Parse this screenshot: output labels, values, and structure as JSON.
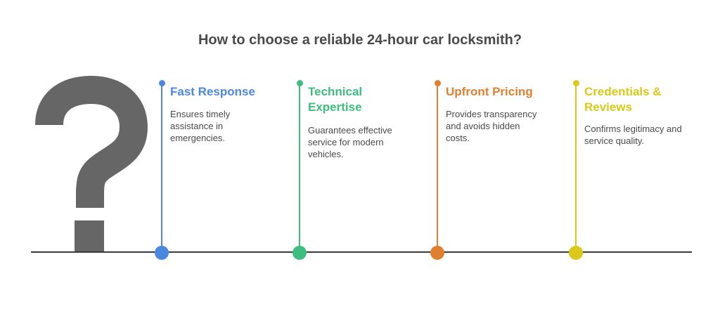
{
  "title": "How to choose a reliable 24-hour car locksmith?",
  "icon": "question-mark-icon",
  "colors": {
    "question_mark": "#666666",
    "baseline": "#3a3a3a",
    "step1": "#4a88e0",
    "step2": "#3cbf7e",
    "step3": "#e0802e",
    "step4": "#dcc819"
  },
  "steps": [
    {
      "title": "Fast Response",
      "description": "Ensures timely assistance in emergencies.",
      "color": "#4a88e0"
    },
    {
      "title": "Technical Expertise",
      "description": "Guarantees effective service for modern vehicles.",
      "color": "#3cbf7e"
    },
    {
      "title": "Upfront Pricing",
      "description": "Provides transparency and avoids hidden costs.",
      "color": "#e0802e"
    },
    {
      "title": "Credentials & Reviews",
      "description": "Confirms legitimacy and service quality.",
      "color": "#dcc819"
    }
  ]
}
